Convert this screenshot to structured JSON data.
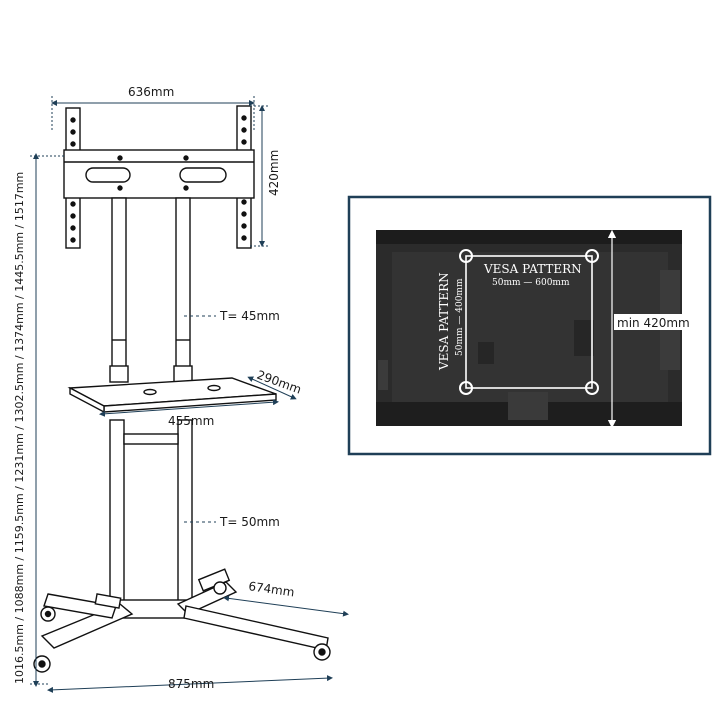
{
  "dimensions": {
    "mount_width": "636mm",
    "mount_height": "420mm",
    "pole_thickness": "T= 45mm",
    "shelf_depth": "290mm",
    "shelf_width": "455mm",
    "base_thickness": "T= 50mm",
    "base_depth": "674mm",
    "base_width": "875mm",
    "heights": "1016.5mm / 1088mm / 1159.5mm / 1231mm / 1302.5mm / 1374mm / 1445.5mm / 1517mm"
  },
  "vesa_panel": {
    "title_h": "VESA PATTERN",
    "range_h": "50mm  —  600mm",
    "title_v": "VESA PATTERN",
    "range_v": "50mm  —  400mm",
    "min_height": "min 420mm"
  },
  "colors": {
    "panel_border": "#1f3f57",
    "tv_body": "#2b2b2b",
    "frame": "#000000",
    "vesa_guide": "#ffffff"
  }
}
